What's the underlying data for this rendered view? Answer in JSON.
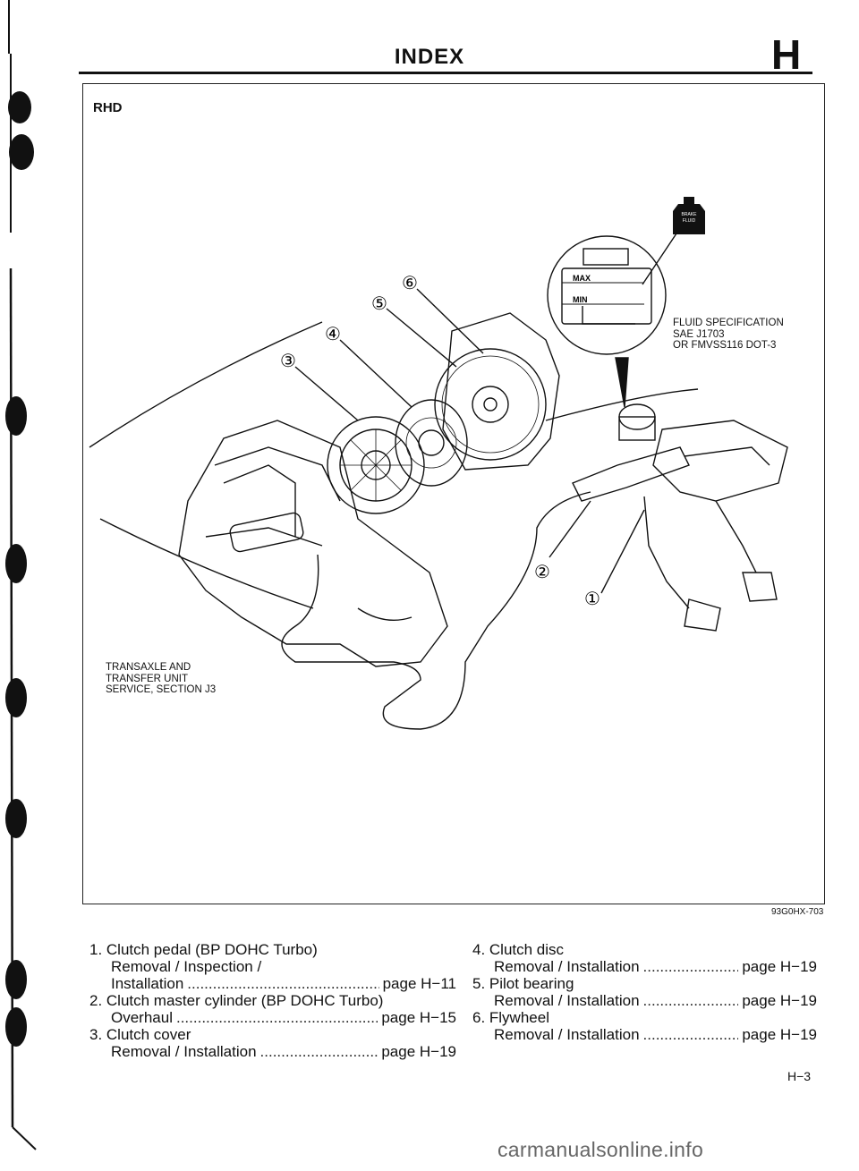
{
  "header": {
    "title": "INDEX",
    "section_letter": "H"
  },
  "figure": {
    "orientation_label": "RHD",
    "callout_1": "①",
    "callout_2": "②",
    "callout_3": "③",
    "callout_4": "④",
    "callout_5": "⑤",
    "callout_6": "⑥",
    "reservoir_max": "MAX",
    "reservoir_min": "MIN",
    "can_label_line1": "BRAKE",
    "can_label_line2": "FLUID",
    "fluid_note": [
      "FLUID SPECIFICATION",
      "SAE J1703",
      "OR FMVSS116 DOT-3"
    ],
    "transaxle_note": [
      "TRANSAXLE AND",
      "TRANSFER UNIT",
      "SERVICE, SECTION J3"
    ],
    "figure_code": "93G0HX-703"
  },
  "index_left": [
    {
      "title": "1. Clutch pedal (BP DOHC Turbo)",
      "sub_a": "Removal / Inspection /",
      "sub_b": "Installation",
      "ref_b": "page H−11"
    },
    {
      "title": "2. Clutch master cylinder (BP DOHC Turbo)",
      "sub": "Overhaul",
      "ref": "page H−15"
    },
    {
      "title": "3. Clutch cover",
      "sub": "Removal / Installation",
      "ref": "page H−19"
    }
  ],
  "index_right": [
    {
      "title": "4. Clutch disc",
      "sub": "Removal / Installation",
      "ref": "page H−19"
    },
    {
      "title": "5. Pilot bearing",
      "sub": "Removal / Installation",
      "ref": "page H−19"
    },
    {
      "title": "6. Flywheel",
      "sub": "Removal / Installation",
      "ref": "page H−19"
    }
  ],
  "footer": {
    "page_number": "H−3",
    "watermark": "carmanualsonline.info"
  },
  "colors": {
    "ink": "#111111",
    "paper": "#ffffff",
    "watermark": "#666666"
  }
}
